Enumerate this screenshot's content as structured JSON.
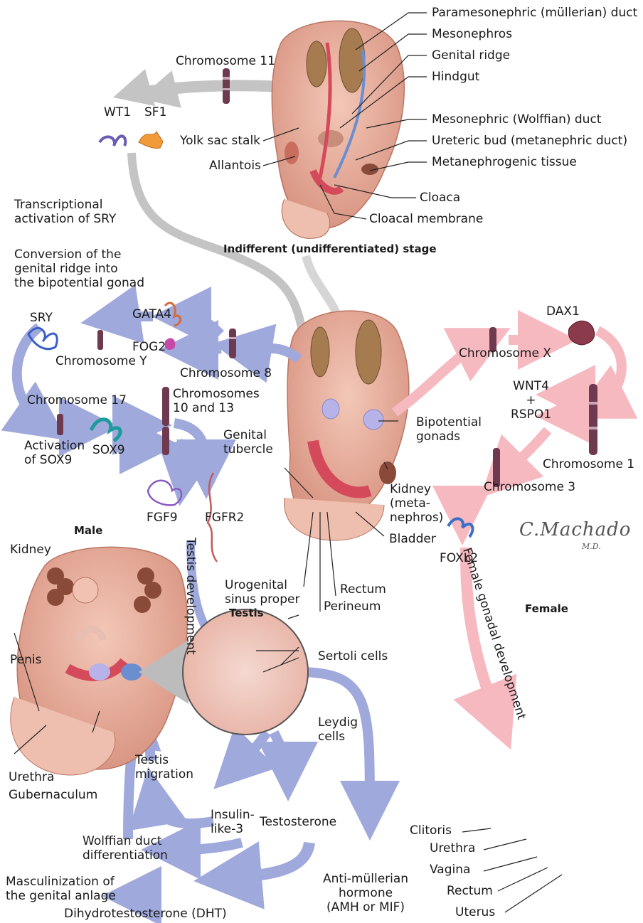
{
  "stages": {
    "indifferent": "Indifferent (undifferentiated) stage",
    "male": "Male",
    "female": "Female",
    "testis": "Testis"
  },
  "top_labels": {
    "paramesonephric": "Paramesonephric (müllerian) duct",
    "mesonephros": "Mesonephros",
    "genital_ridge": "Genital ridge",
    "hindgut": "Hindgut",
    "mesonephric": "Mesonephric (Wolffian) duct",
    "ureteric_bud": "Ureteric bud (metanephric duct)",
    "metanephrogenic": "Metanephrogenic tissue",
    "cloaca": "Cloaca",
    "cloacal_membrane": "Cloacal membrane",
    "yolk_sac": "Yolk sac stalk",
    "allantois": "Allantois",
    "chromosome11": "Chromosome 11",
    "wt1": "WT1",
    "sf1": "SF1"
  },
  "notes": {
    "transcriptional": "Transcriptional\nactivation of SRY",
    "conversion": "Conversion of the\ngenital ridge into\nthe bipotential gonad"
  },
  "male_path": {
    "sry": "SRY",
    "gata4": "GATA4",
    "fog2": "FOG2",
    "chrY": "Chromosome Y",
    "chr8": "Chromosome 8",
    "chr17": "Chromosome 17",
    "chr10_13": "Chromosomes\n10 and 13",
    "activation_sox9": "Activation\nof SOX9",
    "sox9": "SOX9",
    "fgf9": "FGF9",
    "fgfr2": "FGFR2",
    "testis_dev": "Testis development"
  },
  "center_labels": {
    "genital_tubercle": "Genital\ntubercle",
    "bipotential": "Bipotential\ngonads",
    "kidney_meta": "Kidney\n(meta-\nnephros)",
    "bladder": "Bladder",
    "urogenital": "Urogenital\nsinus proper",
    "rectum": "Rectum",
    "perineum": "Perineum"
  },
  "female_path": {
    "dax1": "DAX1",
    "chrX": "Chromosome  X",
    "wnt4": "WNT4\n+\nRSPO1",
    "chr1": "Chromosome 1",
    "chr3": "Chromosome  3",
    "foxl2": "FOXL2",
    "female_dev": "Female gonadal development"
  },
  "male_labels": {
    "kidney": "Kidney",
    "penis": "Penis",
    "urethra": "Urethra",
    "gubernaculum": "Gubernaculum",
    "testis_migration": "Testis\nmigration",
    "wolffian": "Wolffian duct\ndifferentiation",
    "masculinization": "Masculinization of\nthe genital anlage",
    "dht": "Dihydrotestosterone  (DHT)",
    "insulin": "Insulin-\nlike-3",
    "testosterone": "Testosterone",
    "amh": "Anti-müllerian\nhormone\n(AMH or MIF)",
    "sertoli": "Sertoli cells",
    "leydig": "Leydig\ncells"
  },
  "female_labels": {
    "clitoris": "Clitoris",
    "urethra": "Urethra",
    "vagina": "Vagina",
    "rectum": "Rectum",
    "uterus": "Uterus"
  },
  "signature": {
    "name": "C.Machado",
    "suffix": "M.D."
  },
  "colors": {
    "male_arrow": "#9fa9dc",
    "female_arrow": "#f6b9c0",
    "gray_arrow": "#c4c4c4",
    "tissue": "#e3a48f",
    "tissue_dark": "#c97c6a",
    "chromosome": "#6e3a4f"
  }
}
